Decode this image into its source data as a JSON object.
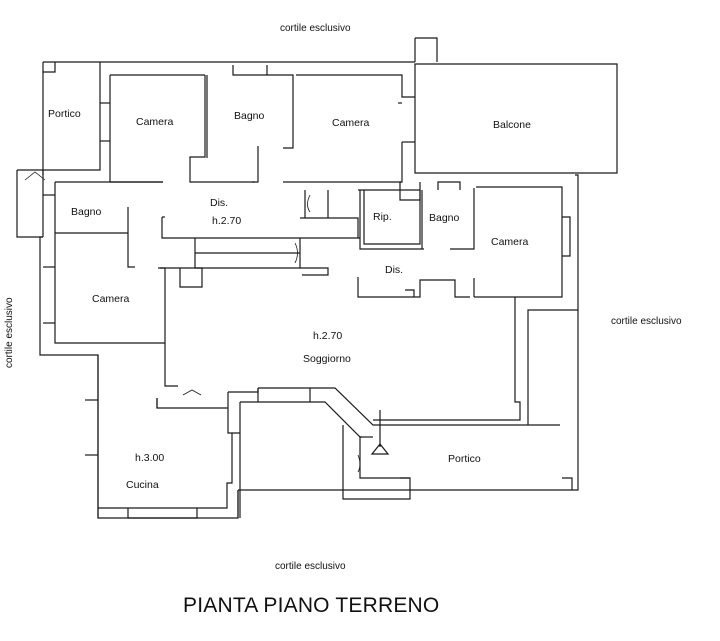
{
  "drawing": {
    "title": "PIANTA PIANO TERRENO",
    "line_color": "#1a1a1a",
    "background": "#ffffff"
  },
  "surroundings": {
    "top": "cortile esclusivo",
    "left": "cortile esclusivo",
    "right": "cortile esclusivo",
    "bottom": "cortile esclusivo"
  },
  "rooms": {
    "portico_nw": "Portico",
    "camera_1": "Camera",
    "bagno_1": "Bagno",
    "camera_2": "Camera",
    "balcone": "Balcone",
    "dis_1": "Dis.",
    "dis_1_height": "h.2.70",
    "bagno_2": "Bagno",
    "rip": "Rip.",
    "bagno_3": "Bagno",
    "camera_3": "Camera",
    "dis_2": "Dis.",
    "camera_4": "Camera",
    "soggiorno_height": "h.2.70",
    "soggiorno": "Soggiorno",
    "cucina_height": "h.3.00",
    "cucina": "Cucina",
    "portico_se": "Portico"
  }
}
